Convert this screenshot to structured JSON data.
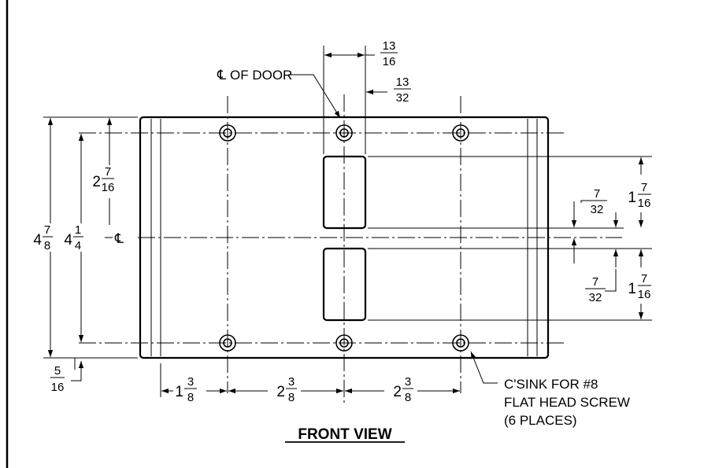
{
  "title": "FRONT VIEW",
  "callouts": {
    "centerline_door_symbol": "℄",
    "centerline_door_text": "OF DOOR",
    "centerline_symbol": "℄",
    "csink_line1": "C'SINK FOR #8",
    "csink_line2": "FLAT HEAD SCREW",
    "csink_line3": "(6 PLACES)"
  },
  "dimensions": {
    "top_width": {
      "whole": "",
      "num": "13",
      "den": "16"
    },
    "top_offset": {
      "whole": "",
      "num": "13",
      "den": "32"
    },
    "overall_height": {
      "whole": "4",
      "num": "7",
      "den": "8"
    },
    "hole_span_height": {
      "whole": "4",
      "num": "1",
      "den": "4"
    },
    "top_hole_to_center": {
      "whole": "2",
      "num": "7",
      "den": "16"
    },
    "bottom_edge_offset": {
      "whole": "",
      "num": "5",
      "den": "16"
    },
    "left_hole_offset": {
      "whole": "1",
      "num": "3",
      "den": "8"
    },
    "hole_spacing_left": {
      "whole": "2",
      "num": "3",
      "den": "8"
    },
    "hole_spacing_right": {
      "whole": "2",
      "num": "3",
      "den": "8"
    },
    "upper_slot_height": {
      "whole": "1",
      "num": "7",
      "den": "16"
    },
    "lower_slot_height": {
      "whole": "1",
      "num": "7",
      "den": "16"
    },
    "upper_gap": {
      "whole": "",
      "num": "7",
      "den": "32"
    },
    "lower_gap": {
      "whole": "",
      "num": "7",
      "den": "32"
    }
  },
  "holes_count": 6
}
